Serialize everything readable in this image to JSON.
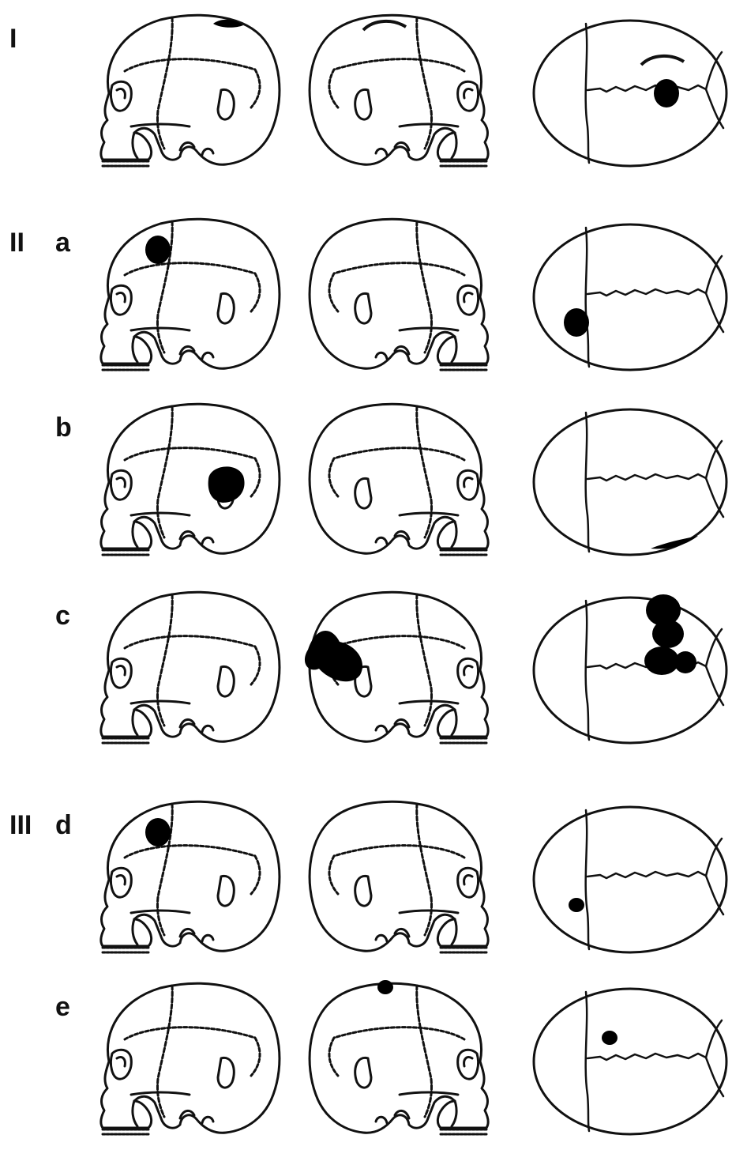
{
  "figure": {
    "ink_color": "#111111",
    "lesion_color": "#000000",
    "rows": [
      {
        "group": "I",
        "sub": "",
        "views": [
          {
            "view": "left-lateral",
            "lesions": [
              {
                "shape": "cap",
                "site": "vertex"
              }
            ]
          },
          {
            "view": "right-lateral",
            "lesions": [
              {
                "shape": "arc",
                "site": "vertex"
              }
            ]
          },
          {
            "view": "superior",
            "lesions": [
              {
                "shape": "arc",
                "site": "posterior-right"
              },
              {
                "shape": "dot",
                "site": "sagittal-posterior"
              }
            ]
          }
        ]
      },
      {
        "group": "II",
        "sub": "a",
        "views": [
          {
            "view": "left-lateral",
            "lesions": [
              {
                "shape": "dot",
                "site": "frontal"
              }
            ]
          },
          {
            "view": "right-lateral",
            "lesions": []
          },
          {
            "view": "superior",
            "lesions": [
              {
                "shape": "dot",
                "site": "frontal-left"
              }
            ]
          }
        ]
      },
      {
        "group": "",
        "sub": "b",
        "views": [
          {
            "view": "left-lateral",
            "lesions": [
              {
                "shape": "dot-large",
                "site": "parietal"
              }
            ]
          },
          {
            "view": "right-lateral",
            "lesions": []
          },
          {
            "view": "superior",
            "lesions": [
              {
                "shape": "sliver",
                "site": "lateral-left-posterior"
              }
            ]
          }
        ]
      },
      {
        "group": "",
        "sub": "c",
        "views": [
          {
            "view": "left-lateral",
            "lesions": []
          },
          {
            "view": "right-lateral",
            "lesions": [
              {
                "shape": "cluster",
                "site": "parietal"
              }
            ]
          },
          {
            "view": "superior",
            "lesions": [
              {
                "shape": "cluster",
                "site": "posterior-right"
              }
            ]
          }
        ]
      },
      {
        "group": "III",
        "sub": "d",
        "views": [
          {
            "view": "left-lateral",
            "lesions": [
              {
                "shape": "dot",
                "site": "frontal"
              }
            ]
          },
          {
            "view": "right-lateral",
            "lesions": []
          },
          {
            "view": "superior",
            "lesions": [
              {
                "shape": "dot-small",
                "site": "frontal-left"
              }
            ]
          }
        ]
      },
      {
        "group": "",
        "sub": "e",
        "views": [
          {
            "view": "left-lateral",
            "lesions": []
          },
          {
            "view": "right-lateral",
            "lesions": [
              {
                "shape": "dot-small",
                "site": "vertex"
              }
            ]
          },
          {
            "view": "superior",
            "lesions": [
              {
                "shape": "dot-small",
                "site": "sagittal-right"
              }
            ]
          }
        ]
      }
    ]
  }
}
